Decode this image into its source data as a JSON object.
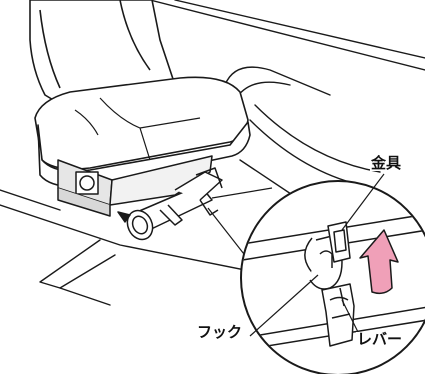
{
  "labels": {
    "fitting": "金具",
    "hook": "フック",
    "lever": "レバー"
  },
  "colors": {
    "line": "#1a1a1a",
    "arrow": "#f0a0b8",
    "background": "#ffffff"
  }
}
